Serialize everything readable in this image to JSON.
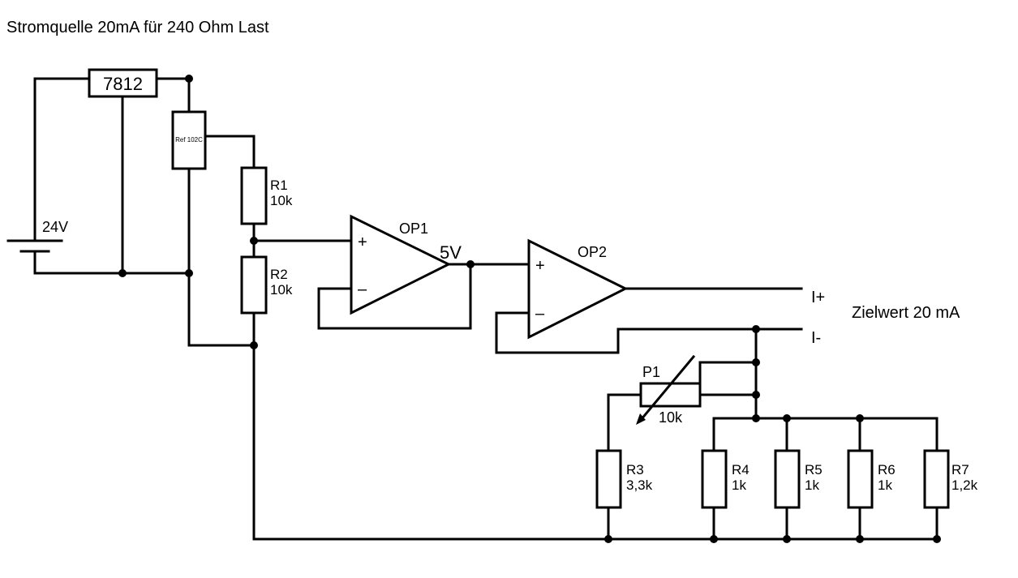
{
  "title": "Stromquelle 20mA für 240 Ohm Last",
  "battery": {
    "voltage": "24V"
  },
  "regulator": {
    "label": "7812"
  },
  "reference": {
    "label": "Ref 102C"
  },
  "resistors": {
    "r1": {
      "name": "R1",
      "value": "10k"
    },
    "r2": {
      "name": "R2",
      "value": "10k"
    },
    "r3": {
      "name": "R3",
      "value": "3,3k"
    },
    "r4": {
      "name": "R4",
      "value": "1k"
    },
    "r5": {
      "name": "R5",
      "value": "1k"
    },
    "r6": {
      "name": "R6",
      "value": "1k"
    },
    "r7": {
      "name": "R7",
      "value": "1,2k"
    }
  },
  "potentiometer": {
    "name": "P1",
    "value": "10k"
  },
  "opamps": {
    "op1": {
      "name": "OP1",
      "plus": "+",
      "minus": "–"
    },
    "op2": {
      "name": "OP2",
      "plus": "+",
      "minus": "–"
    }
  },
  "nodes": {
    "mid_voltage": "5V"
  },
  "terminals": {
    "plus": "I+",
    "minus": "I-"
  },
  "annotation": "Zielwert 20 mA"
}
